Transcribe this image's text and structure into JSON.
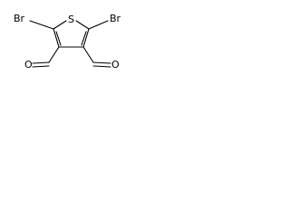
{
  "molecule": {
    "atoms": {
      "br_left": "Br",
      "br_right": "Br",
      "sulfur": "S",
      "o_left": "O",
      "o_right": "O"
    }
  }
}
